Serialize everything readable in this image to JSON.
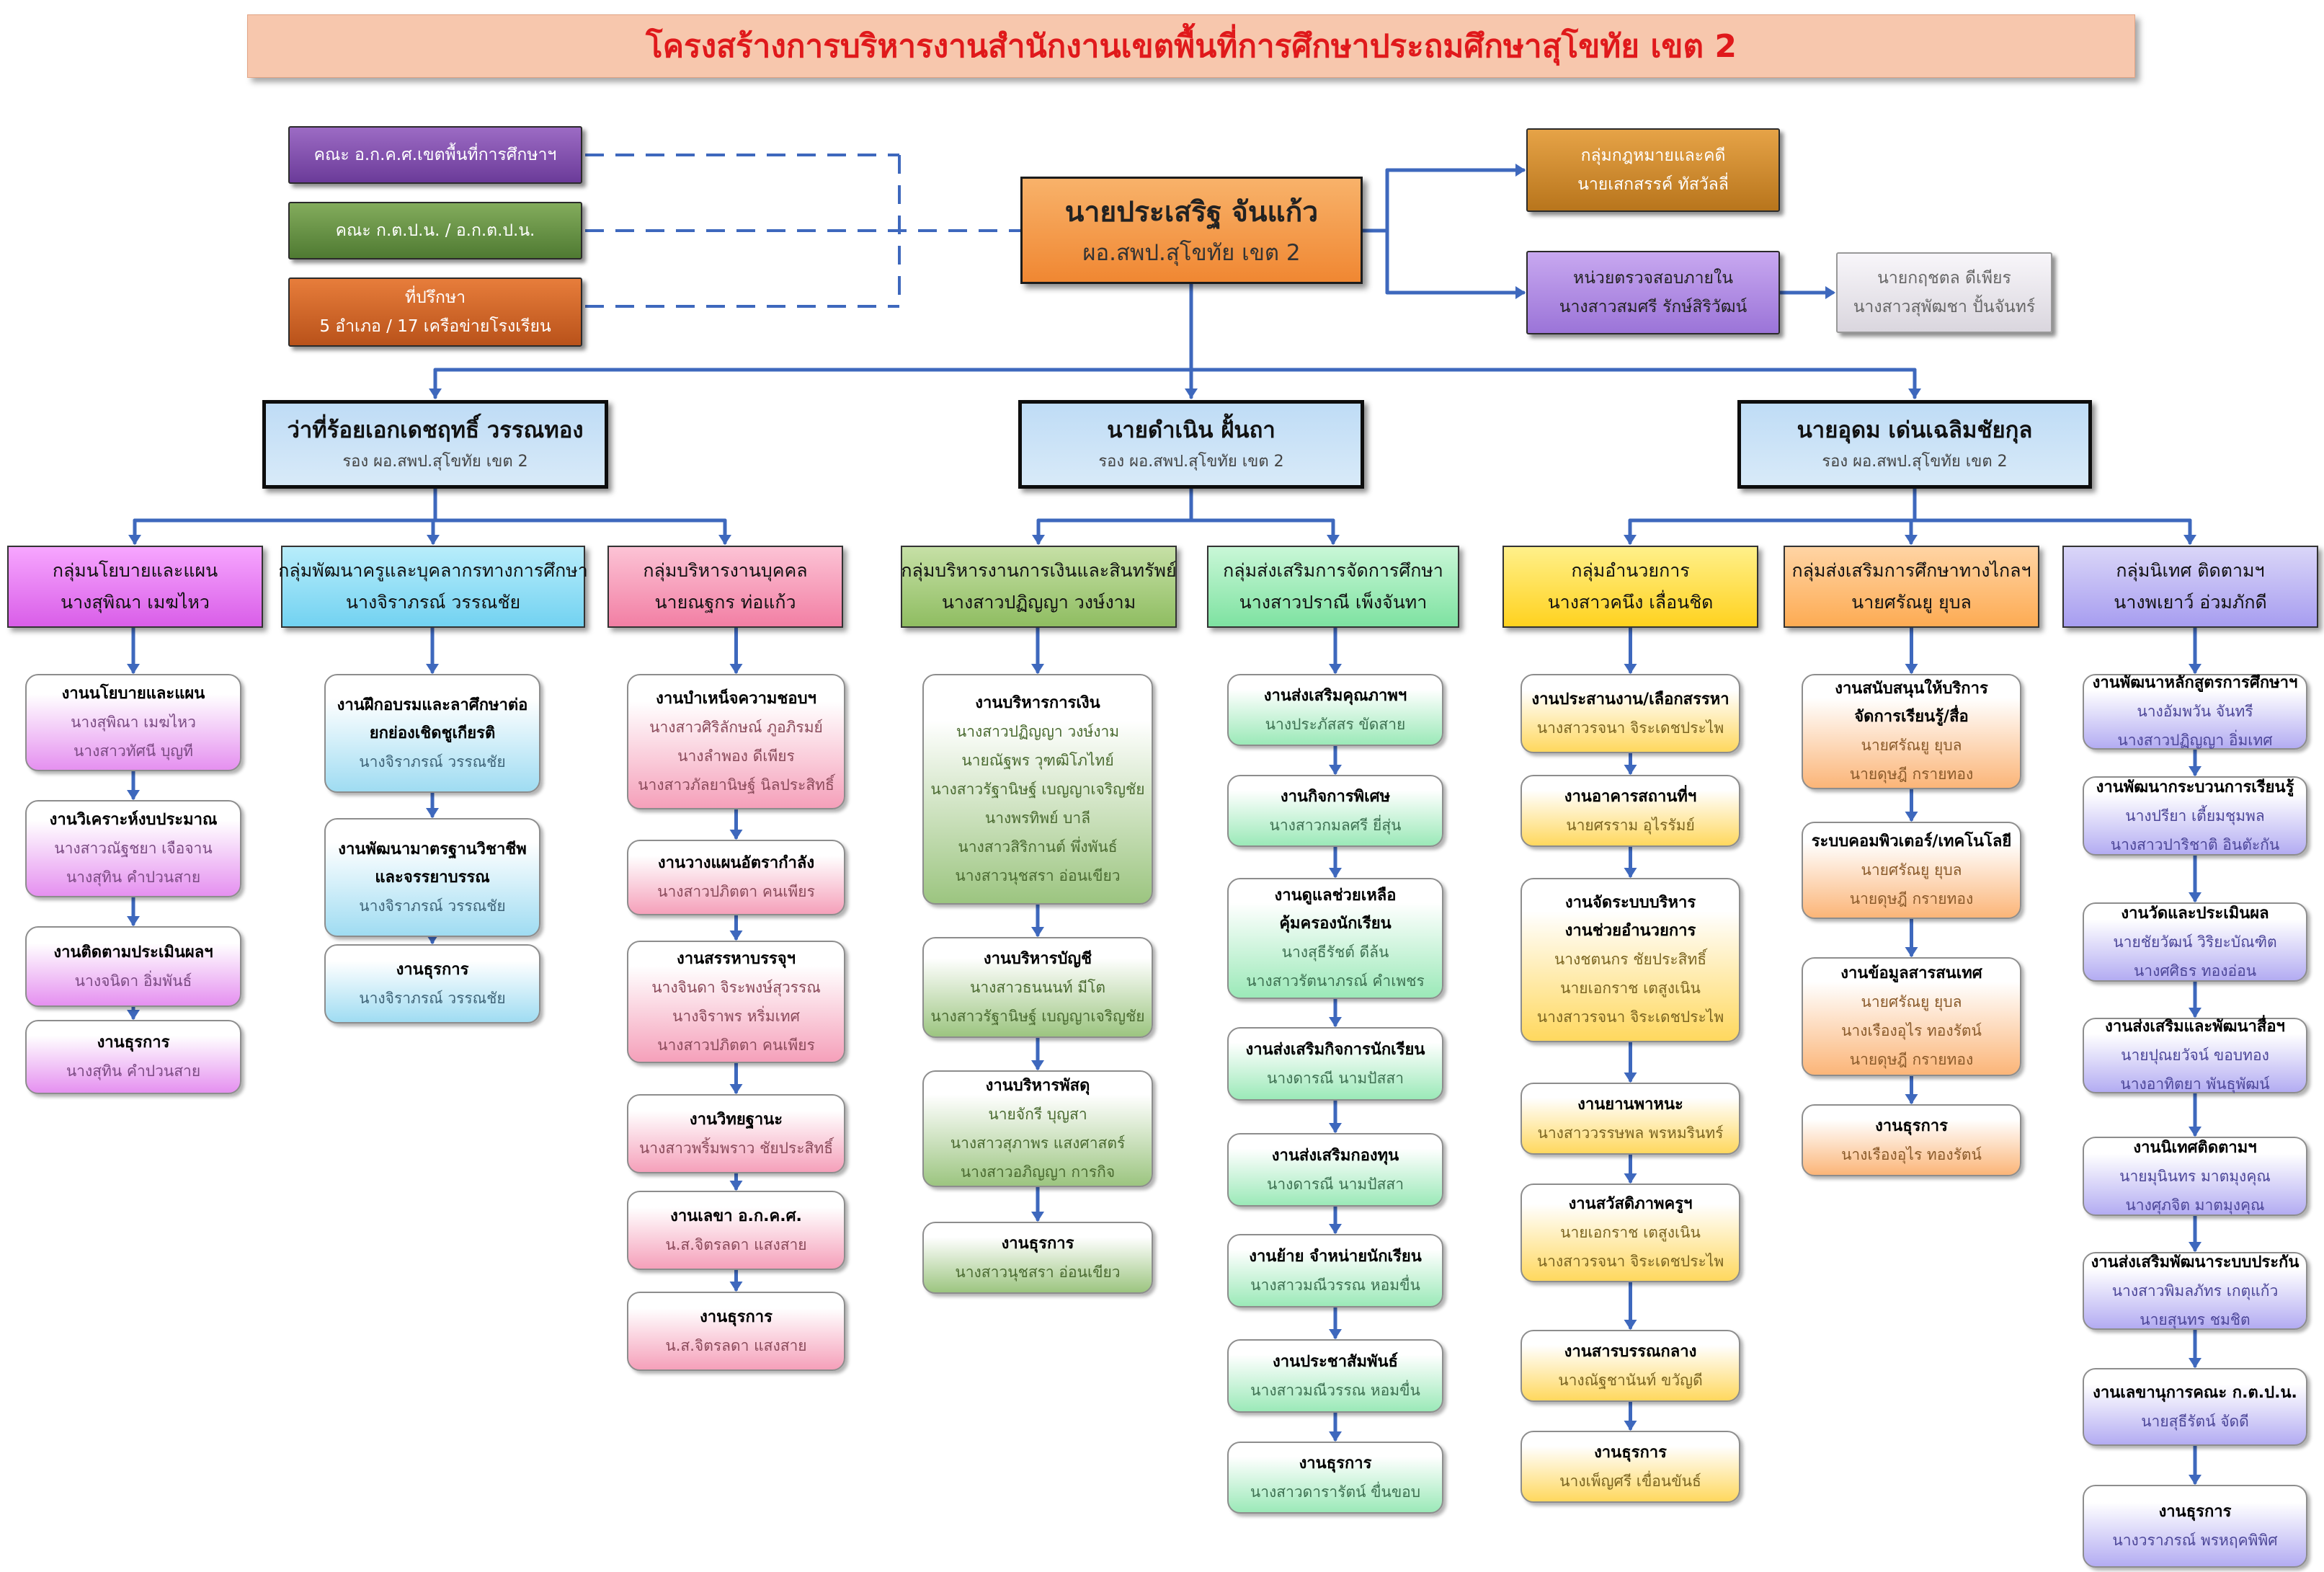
{
  "title": "โครงสร้างการบริหารงานสำนักงานเขตพื้นที่การศึกษาประถมศึกษาสุโขทัย เขต 2",
  "left_boxes": [
    {
      "lines": [
        "คณะ อ.ก.ค.ศ.เขตพื้นที่การศึกษาฯ"
      ]
    },
    {
      "lines": [
        "คณะ ก.ต.ป.น. / อ.ก.ต.ป.น."
      ]
    },
    {
      "lines": [
        "ที่ปรึกษา",
        "5 อำเภอ / 17 เครือข่ายโรงเรียน"
      ]
    }
  ],
  "director": {
    "name": "นายประเสริฐ  จันแก้ว",
    "role": "ผอ.สพป.สุโขทัย เขต 2"
  },
  "right_boxes": {
    "legal": {
      "lines": [
        "กลุ่มกฎหมายและคดี",
        "นายเสกสรรค์  ทัสวัลลี่"
      ]
    },
    "audit": {
      "lines": [
        "หน่วยตรวจสอบภายใน",
        "นางสาวสมศรี รักษ์สิริวัฒน์"
      ]
    },
    "audit_staff": {
      "lines": [
        "นายกฤชตล  ดีเพียร",
        "นางสาวสุพัฒชา  ปั้นจันทร์"
      ]
    }
  },
  "deputies": [
    {
      "name": "ว่าที่ร้อยเอกเดชฤทธิ์  วรรณทอง",
      "role": "รอง ผอ.สพป.สุโขทัย เขต 2"
    },
    {
      "name": "นายดำเนิน ฝั้นถา",
      "role": "รอง ผอ.สพป.สุโขทัย เขต 2"
    },
    {
      "name": "นายอุดม  เด่นเฉลิมชัยกุล",
      "role": "รอง ผอ.สพป.สุโขทัย เขต 2"
    }
  ],
  "groups": [
    {
      "lines": [
        "กลุ่มนโยบายและแผน",
        "นางสุพิณา  เมฆไหว"
      ],
      "jobs": [
        {
          "title": [
            "งานนโยบายและแผน"
          ],
          "people": [
            "นางสุพิณา  เมฆไหว",
            "นางสาวทัศนี  บุญที"
          ]
        },
        {
          "title": [
            "งานวิเคราะห์งบประมาณ"
          ],
          "people": [
            "นางสาวณัฐชยา  เจือจาน",
            "นางสุทิน  คำปวนสาย"
          ]
        },
        {
          "title": [
            "งานติดตามประเมินผลฯ"
          ],
          "people": [
            "นางจนิดา  อิ่มพันธ์"
          ]
        },
        {
          "title": [
            "งานธุรการ"
          ],
          "people": [
            "นางสุทิน  คำปวนสาย"
          ]
        }
      ]
    },
    {
      "lines": [
        "กลุ่มพัฒนาครูและบุคลากรทางการศึกษา",
        "นางจิราภรณ์  วรรณชัย"
      ],
      "jobs": [
        {
          "title": [
            "งานฝึกอบรมและลาศึกษาต่อ",
            "ยกย่องเชิดชูเกียรติ"
          ],
          "people": [
            "นางจิราภรณ์  วรรณชัย"
          ]
        },
        {
          "title": [
            "งานพัฒนามาตรฐานวิชาชีพ",
            "และจรรยาบรรณ"
          ],
          "people": [
            "นางจิราภรณ์  วรรณชัย"
          ]
        },
        {
          "title": [
            "งานธุรการ"
          ],
          "people": [
            "นางจิราภรณ์  วรรณชัย"
          ]
        }
      ]
    },
    {
      "lines": [
        "กลุ่มบริหารงานบุคคล",
        "นายณฐกร  ท่อแก้ว"
      ],
      "jobs": [
        {
          "title": [
            "งานบำเหน็จความชอบฯ"
          ],
          "people": [
            "นางสาวศิริลักษณ์  ภูอภิรมย์",
            "นางลำพอง  ดีเพียร",
            "นางสาวภัลยานิษฐ์ นิลประสิทธิ์"
          ]
        },
        {
          "title": [
            "งานวางแผนอัตรากำลัง"
          ],
          "people": [
            "นางสาวปภิตตา  คนเพียร"
          ]
        },
        {
          "title": [
            "งานสรรหาบรรจุฯ"
          ],
          "people": [
            "นางจินดา  จิระพงษ์สุวรรณ",
            "นางจิราพร  หริ่มเทศ",
            "นางสาวปภิตตา  คนเพียร"
          ]
        },
        {
          "title": [
            "งานวิทยฐานะ"
          ],
          "people": [
            "นางสาวพริ้มพราว  ชัยประสิทธิ์"
          ]
        },
        {
          "title": [
            "งานเลขา อ.ก.ค.ศ."
          ],
          "people": [
            "น.ส.จิตรลดา  แสงสาย"
          ]
        },
        {
          "title": [
            "งานธุรการ"
          ],
          "people": [
            "น.ส.จิตรลดา  แสงสาย"
          ]
        }
      ]
    },
    {
      "lines": [
        "กลุ่มบริหารงานการเงินและสินทรัพย์",
        "นางสาวปฏิญญา  วงษ์งาม"
      ],
      "jobs": [
        {
          "title": [
            "งานบริหารการเงิน"
          ],
          "people": [
            "นางสาวปฏิญญา  วงษ์งาม",
            "นายณัฐพร  วุฑฒิโภไทย์",
            "นางสาวรัฐานิษฐ์  เบญญาเจริญชัย",
            "นางพรทิพย์  บาลี",
            "นางสาวสิริกานต์  พึ่งพันธ์",
            "นางสาวนุชสรา  อ่อนเขียว"
          ]
        },
        {
          "title": [
            "งานบริหารบัญชี"
          ],
          "people": [
            "นางสาวธนนนท์  มีโต",
            "นางสาวรัฐานิษฐ์  เบญญาเจริญชัย"
          ]
        },
        {
          "title": [
            "งานบริหารพัสดุ"
          ],
          "people": [
            "นายจักรี  บุญสา",
            "นางสาวสุภาพร  แสงศาสตร์",
            "นางสาวอภิญญา  การกิจ"
          ]
        },
        {
          "title": [
            "งานธุรการ"
          ],
          "people": [
            "นางสาวนุชสรา  อ่อนเขียว"
          ]
        }
      ]
    },
    {
      "lines": [
        "กลุ่มส่งเสริมการจัดการศึกษา",
        "นางสาวปราณี  เพ็งจันทา"
      ],
      "jobs": [
        {
          "title": [
            "งานส่งเสริมคุณภาพฯ"
          ],
          "people": [
            "นางประภัสสร  ขัดสาย"
          ]
        },
        {
          "title": [
            "งานกิจการพิเศษ"
          ],
          "people": [
            "นางสาวกมลศรี  ยี่สุ่น"
          ]
        },
        {
          "title": [
            "งานดูแลช่วยเหลือ",
            "คุ้มครองนักเรียน"
          ],
          "people": [
            "นางสุธีรัชต์  ดีล้น",
            "นางสาวรัตนาภรณ์  คำเพชร"
          ]
        },
        {
          "title": [
            "งานส่งเสริมกิจการนักเรียน"
          ],
          "people": [
            "นางดารณี  นามปัสสา"
          ]
        },
        {
          "title": [
            "งานส่งเสริมกองทุน"
          ],
          "people": [
            "นางดารณี  นามปัสสา"
          ]
        },
        {
          "title": [
            "งานย้าย จำหน่ายนักเรียน"
          ],
          "people": [
            "นางสาวมณีวรรณ  หอมขื่น"
          ]
        },
        {
          "title": [
            "งานประชาสัมพันธ์"
          ],
          "people": [
            "นางสาวมณีวรรณ  หอมขื่น"
          ]
        },
        {
          "title": [
            "งานธุรการ"
          ],
          "people": [
            "นางสาวดารารัตน์  ขื่นขอบ"
          ]
        }
      ]
    },
    {
      "lines": [
        "กลุ่มอำนวยการ",
        "นางสาวคนึง  เลื่อนชิด"
      ],
      "jobs": [
        {
          "title": [
            "งานประสานงาน/เลือกสรรหา"
          ],
          "people": [
            "นางสาวรจนา  จิระเดชประไพ"
          ]
        },
        {
          "title": [
            "งานอาคารสถานที่ฯ"
          ],
          "people": [
            "นายศรราม  อุไรรัมย์"
          ]
        },
        {
          "title": [
            "งานจัดระบบบริหาร",
            "งานช่วยอำนวยการ"
          ],
          "people": [
            "นางชตนกร  ชัยประสิทธิ์",
            "นายเอกราช  เตสูงเนิน",
            "นางสาวรจนา  จิระเดชประไพ"
          ]
        },
        {
          "title": [
            "งานยานพาหนะ"
          ],
          "people": [
            "นางสาววรรษพล  พรหมรินทร์"
          ]
        },
        {
          "title": [
            "งานสวัสดิภาพครูฯ"
          ],
          "people": [
            "นายเอกราช  เตสูงเนิน",
            "นางสาวรจนา  จิระเดชประไพ"
          ]
        },
        {
          "title": [
            "งานสารบรรณกลาง"
          ],
          "people": [
            "นางณัฐชานันท์  ขวัญดี"
          ]
        },
        {
          "title": [
            "งานธุรการ"
          ],
          "people": [
            "นางเพ็ญศรี  เขื่อนขันธ์"
          ]
        }
      ]
    },
    {
      "lines": [
        "กลุ่มส่งเสริมการศึกษาทางไกลฯ",
        "นายศรัณยู  ยุบล"
      ],
      "jobs": [
        {
          "title": [
            "งานสนับสนุนให้บริการ",
            "จัดการเรียนรู้/สื่อ"
          ],
          "people": [
            "นายศรัณยู  ยุบล",
            "นายดุษฎี  กรายทอง"
          ]
        },
        {
          "title": [
            "ระบบคอมพิวเตอร์/เทคโนโลยี"
          ],
          "people": [
            "นายศรัณยู  ยุบล",
            "นายดุษฎี  กรายทอง"
          ]
        },
        {
          "title": [
            "งานข้อมูลสารสนเทศ"
          ],
          "people": [
            "นายศรัณยู  ยุบล",
            "นางเรืองอุไร  ทองรัตน์",
            "นายดุษฎี  กรายทอง"
          ]
        },
        {
          "title": [
            "งานธุรการ"
          ],
          "people": [
            "นางเรืองอุไร  ทองรัตน์"
          ]
        }
      ]
    },
    {
      "lines": [
        "กลุ่มนิเทศ ติดตามฯ",
        "นางพเยาว์  อ่วมภักดี"
      ],
      "jobs": [
        {
          "title": [
            "งานพัฒนาหลักสูตรการศึกษาฯ"
          ],
          "people": [
            "นางอัมพวัน  จันทรี",
            "นางสาวปฏิญญา  อิ่มเทศ"
          ]
        },
        {
          "title": [
            "งานพัฒนากระบวนการเรียนรู้"
          ],
          "people": [
            "นางปรียา  เตี้ยมชุมพล",
            "นางสาวปาริชาติ  อินตัะกัน"
          ]
        },
        {
          "title": [
            "งานวัดและประเมินผล"
          ],
          "people": [
            "นายชัยวัฒน์  วิริยะบัณฑิต",
            "นางศศิธร  ทองอ่อน"
          ]
        },
        {
          "title": [
            "งานส่งเสริมและพัฒนาสื่อฯ"
          ],
          "people": [
            "นายปุณยวัจน์  ขอบทอง",
            "นางอาทิตยา  พันธุพัฒน์"
          ]
        },
        {
          "title": [
            "งานนิเทศติดตามฯ"
          ],
          "people": [
            "นายมุนินทร  มาตมุงคุณ",
            "นางศุภจิต  มาตมุงคุณ"
          ]
        },
        {
          "title": [
            "งานส่งเสริมพัฒนาระบบประกัน"
          ],
          "people": [
            "นางสาวพิมลภัทร  เกตุแก้ว",
            "นายสุนทร  ชมชิต"
          ]
        },
        {
          "title": [
            "งานเลขานุการคณะ ก.ต.ป.น."
          ],
          "people": [
            "นายสุธีรัตน์  จัดดี"
          ]
        },
        {
          "title": [
            "งานธุรการ"
          ],
          "people": [
            "นางวราภรณ์  พรหฤคพิพิศ"
          ]
        }
      ]
    }
  ]
}
